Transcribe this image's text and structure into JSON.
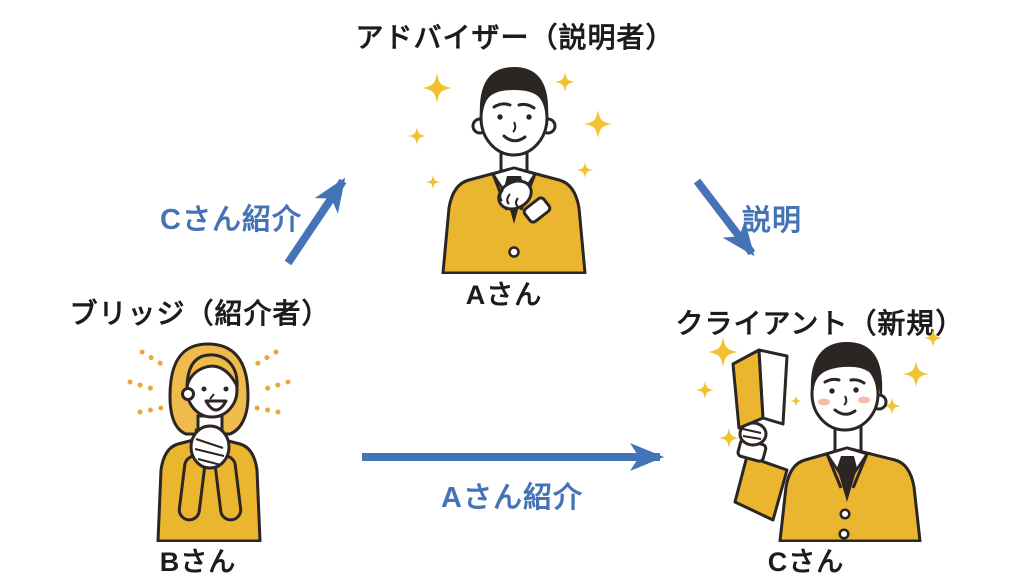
{
  "figures": {
    "advisor": {
      "role": "アドバイザー（説明者）",
      "name": "Aさん"
    },
    "bridge": {
      "role": "ブリッジ（紹介者）",
      "name": "Bさん"
    },
    "client": {
      "role": "クライアント（新規）",
      "name": "Cさん"
    }
  },
  "arrows": {
    "bridge_to_advisor": {
      "label": "Cさん紹介",
      "direction": "up-right"
    },
    "advisor_to_client": {
      "label": "説明",
      "direction": "down-right"
    },
    "bridge_to_client": {
      "label": "Aさん紹介",
      "direction": "right"
    }
  },
  "colors": {
    "arrow_blue": "#4573B8",
    "suit_yellow": "#EBB62F",
    "hair_yellow": "#EFBC4C",
    "sparkle_yellow": "#F2C230",
    "ray_orange": "#E9A83B",
    "outline_dark": "#2B2523",
    "text_black": "#1C1C1C",
    "blush_pink": "#F6BCAC",
    "background": "#FFFFFF"
  }
}
